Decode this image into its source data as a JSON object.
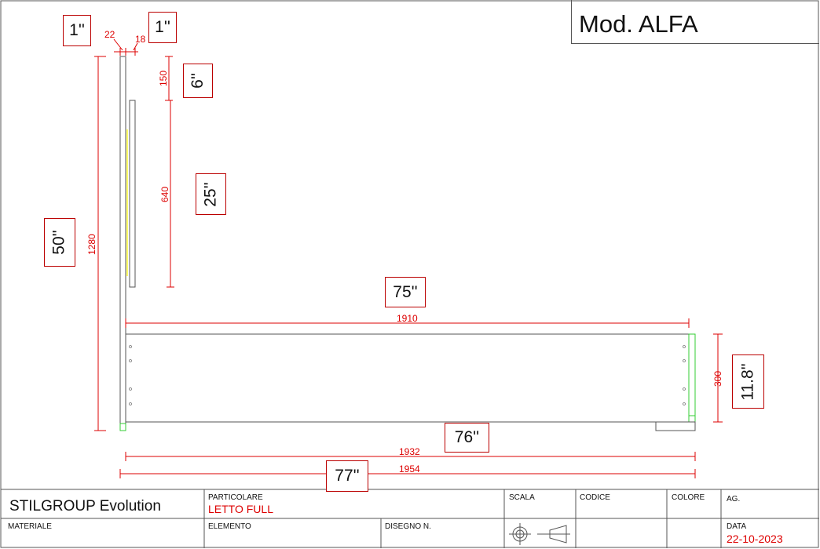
{
  "title": "Mod. ALFA",
  "dimensions_mm": {
    "headboard_thickness": "22",
    "panel_thickness": "18",
    "top_gap": "150",
    "panel_height": "640",
    "headboard_height": "1280",
    "side_length": "1910",
    "side_height": "300",
    "inner_length": "1932",
    "total_length": "1954"
  },
  "dimensions_in": {
    "headboard_thickness": "1''",
    "panel_thickness": "1''",
    "top_gap": "6''",
    "panel_height": "25''",
    "headboard_height": "50''",
    "side_length": "75''",
    "side_height": "11.8''",
    "inner_length": "76''",
    "total_length": "77''"
  },
  "title_block": {
    "company": "STILGROUP Evolution",
    "particolare_label": "PARTICOLARE",
    "particolare_value": "LETTO FULL",
    "scala_label": "SCALA",
    "codice_label": "CODICE",
    "colore_label": "COLORE",
    "ag_label": "AG.",
    "materiale_label": "MATERIALE",
    "elemento_label": "ELEMENTO",
    "disegno_label": "DISEGNO N.",
    "data_label": "DATA",
    "data_value": "22-10-2023"
  },
  "colors": {
    "dimension": "#d00000",
    "outline": "#555555",
    "highlight_yellow": "#ffff66",
    "highlight_green": "#33cc33"
  },
  "icons": [
    "projection-symbol-icon"
  ]
}
